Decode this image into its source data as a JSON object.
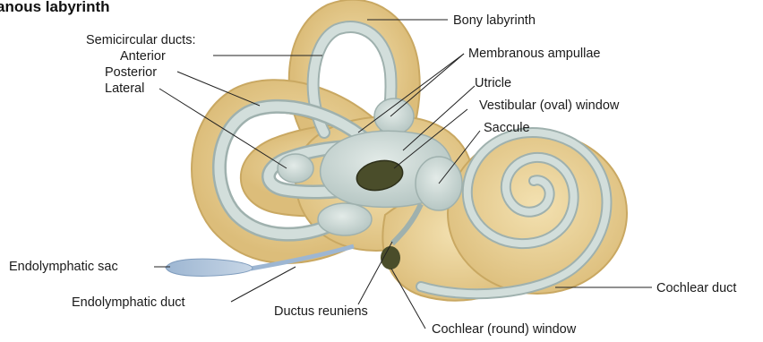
{
  "title": "anous labyrinth",
  "labels": {
    "semicircular_ducts": "Semicircular ducts:",
    "anterior": "Anterior",
    "posterior": "Posterior",
    "lateral": "Lateral",
    "bony_labyrinth": "Bony labyrinth",
    "membranous_ampullae": "Membranous ampullae",
    "utricle": "Utricle",
    "vestibular_window": "Vestibular (oval) window",
    "saccule": "Saccule",
    "endolymphatic_sac": "Endolymphatic sac",
    "endolymphatic_duct": "Endolymphatic duct",
    "ductus_reuniens": "Ductus reuniens",
    "cochlear_round_window": "Cochlear (round) window",
    "cochlear_duct": "Cochlear duct"
  },
  "colors": {
    "bone": "#e9cf92",
    "bone_edge": "#c9a862",
    "membrane": "#c6d3d2",
    "membrane_edge": "#9fb1ae",
    "window": "#4a4d2a",
    "sac": "#a9c0d8"
  }
}
